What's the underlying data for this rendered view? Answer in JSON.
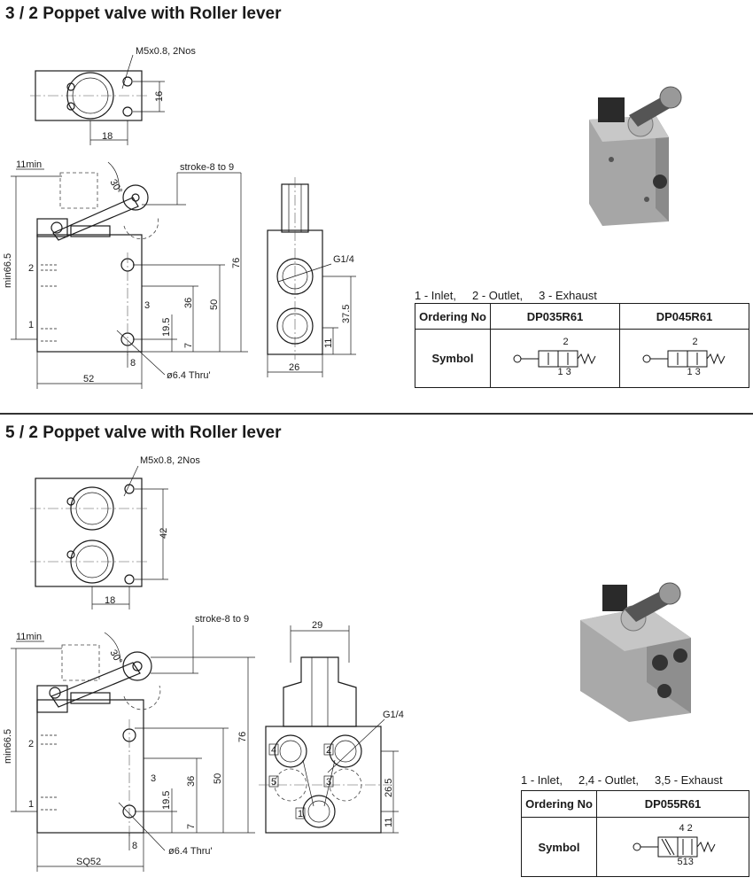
{
  "section1": {
    "title": "3 / 2 Poppet valve with Roller lever",
    "dims": {
      "m5": "M5x0.8, 2Nos",
      "d16": "16",
      "d18": "18",
      "min11": "11min",
      "angle": "30°",
      "stroke": "stroke-8 to 9",
      "min665": "min66.5",
      "d76": "76",
      "d50": "50",
      "d36": "36",
      "d195": "19.5",
      "d7": "7",
      "d8": "8",
      "d52": "52",
      "thru": "ø6.4 Thru'",
      "p2": "2",
      "p3": "3",
      "p1": "1",
      "g14": "G1/4",
      "d375": "37.5",
      "d11": "11",
      "d26": "26"
    },
    "legend": "1 - Inlet,     2 - Outlet,     3 - Exhaust",
    "table": {
      "h_order": "Ordering No",
      "h_symbol": "Symbol",
      "col1": "DP035R61",
      "col2": "DP045R61",
      "sym_top": "2",
      "sym_bottom": "1 3"
    }
  },
  "section2": {
    "title": "5 / 2 Poppet valve with Roller lever",
    "dims": {
      "m5": "M5x0.8, 2Nos",
      "d42": "42",
      "d18": "18",
      "min11": "11min",
      "angle": "30°",
      "stroke": "stroke-8 to 9",
      "min665": "min66.5",
      "d76": "76",
      "d50": "50",
      "d36": "36",
      "d195": "19.5",
      "d7": "7",
      "d8": "8",
      "sq52": "SQ52",
      "thru": "ø6.4 Thru'",
      "p2": "2",
      "p3": "3",
      "p1": "1",
      "d29": "29",
      "g14": "G1/4",
      "d265": "26.5",
      "d11": "11",
      "f4": "4",
      "f2": "2",
      "f5": "5",
      "f3": "3",
      "f1": "1"
    },
    "legend": "1 - Inlet,     2,4 - Outlet,     3,5 - Exhaust",
    "table": {
      "h_order": "Ordering No",
      "h_symbol": "Symbol",
      "col1": "DP055R61",
      "sym_top": "4 2",
      "sym_bottom": "513"
    }
  }
}
